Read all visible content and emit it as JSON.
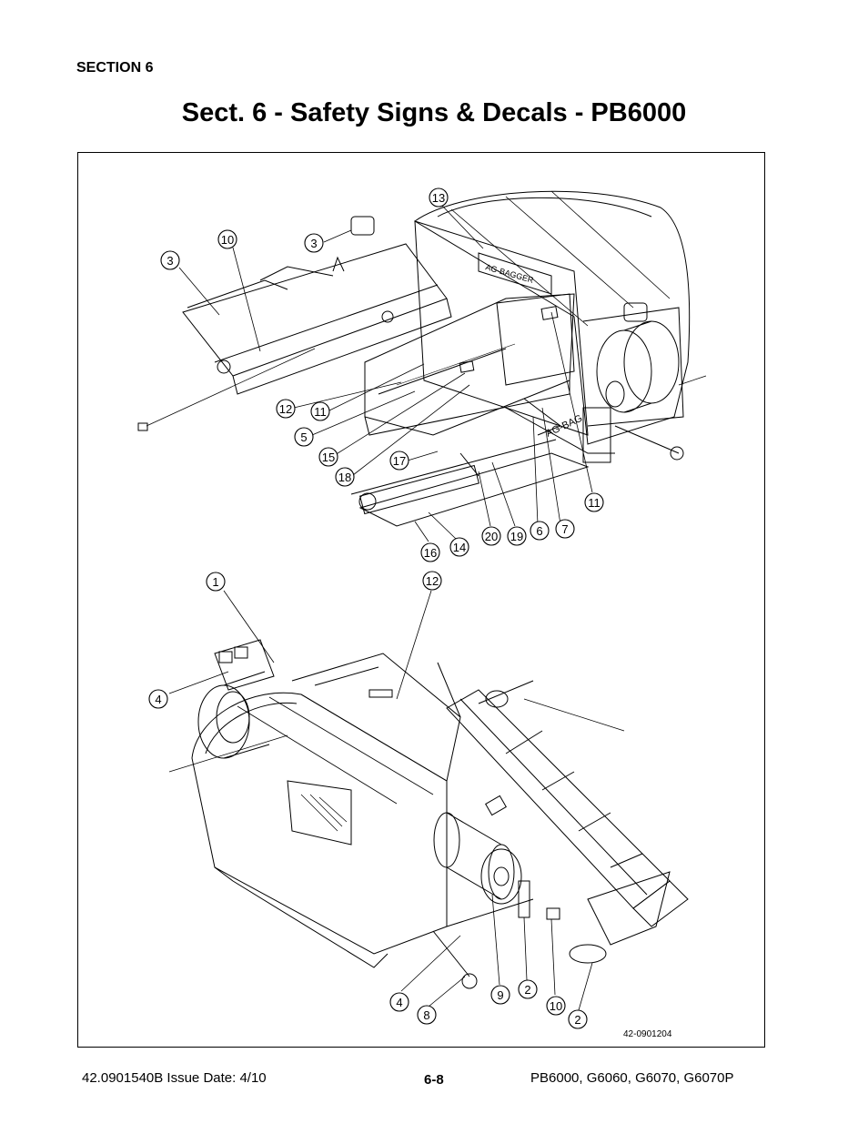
{
  "header": {
    "section": "SECTION 6",
    "title": "Sect. 6 - Safety Signs & Decals - PB6000"
  },
  "figure": {
    "drawing_number": "42-0901204",
    "top_view_callouts": [
      "13",
      "3",
      "10",
      "3",
      "12",
      "11",
      "5",
      "15",
      "18",
      "17",
      "11",
      "7",
      "6",
      "19",
      "20",
      "14",
      "16"
    ],
    "bottom_view_callouts": [
      "1",
      "12",
      "4",
      "4",
      "8",
      "9",
      "2",
      "10",
      "2"
    ]
  },
  "footer": {
    "doc_number": "42.0901540B  Issue Date: 4/10",
    "page_number": "6-8",
    "models": "PB6000, G6060, G6070, G6070P"
  }
}
